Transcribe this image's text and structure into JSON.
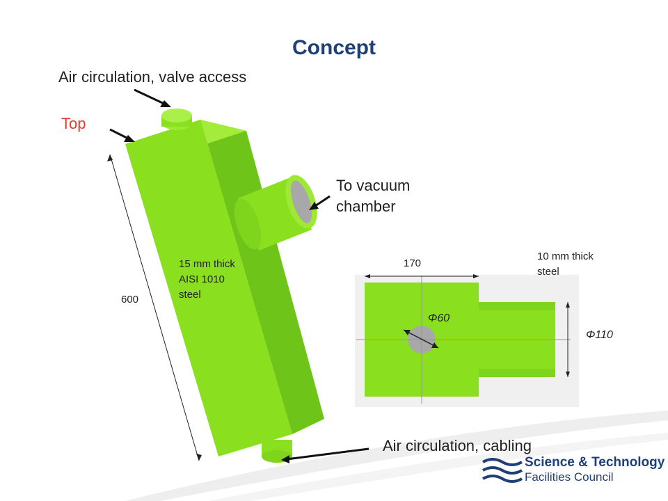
{
  "slide": {
    "title": "Concept",
    "colors": {
      "title": "#1f3f77",
      "top_label": "#e63a2e",
      "steel": "#8ae01e",
      "steel_dark": "#6fc41a",
      "hole": "#a8a8a8"
    }
  },
  "labels": {
    "top_access": "Air circulation, valve access",
    "top": "Top",
    "vacuum_line1": "To vacuum",
    "vacuum_line2": "chamber",
    "bottom_access": "Air circulation, cabling",
    "material_line1": "15 mm thick",
    "material_line2": "AISI 1010",
    "material_line3": "steel",
    "tube_line1": "10 mm thick",
    "tube_line2": "steel"
  },
  "dimensions": {
    "height": "600",
    "width": "170",
    "hole": "Φ60",
    "tube": "Φ110"
  },
  "logo": {
    "line1": "Science & Technology",
    "line2": "Facilities Council"
  }
}
